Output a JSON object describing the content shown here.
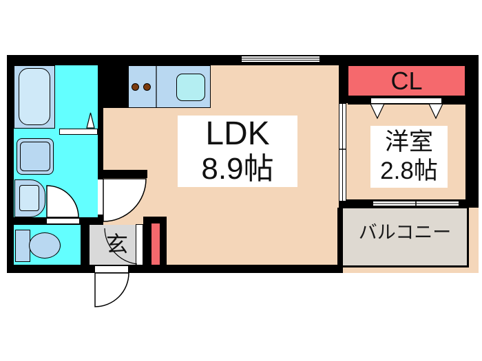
{
  "title": "apartment-floor-plan",
  "rooms": {
    "ldk": {
      "name": "LDK",
      "size": "8.9帖"
    },
    "western_room": {
      "name": "洋室",
      "size": "2.8帖"
    },
    "closet": {
      "name": "CL"
    },
    "balcony": {
      "name": "バルコニー"
    },
    "entrance": {
      "name": "玄"
    }
  },
  "fixtures": [
    "bathtub",
    "folding-bath-door",
    "washing-machine",
    "wash-basin",
    "toilet",
    "kitchen-counter",
    "stove-burners",
    "kitchen-sink",
    "sliding-window",
    "sliding-door",
    "closet-folding-door",
    "entrance-door",
    "door-swing"
  ],
  "colors": {
    "floor_beige": "#f4d6b9",
    "wet_room_cyan": "#63ffff",
    "fixture_blue": "#b9d8f1",
    "fixture_light_blue": "#cfe9f8",
    "sink_cyan": "#b4eef2",
    "closet_red": "#f5696d",
    "entrance_gray": "#d9d9d9",
    "balcony_gray": "#ded9d1",
    "wall_black": "#000000",
    "burner_brown": "#7b3b0f"
  }
}
